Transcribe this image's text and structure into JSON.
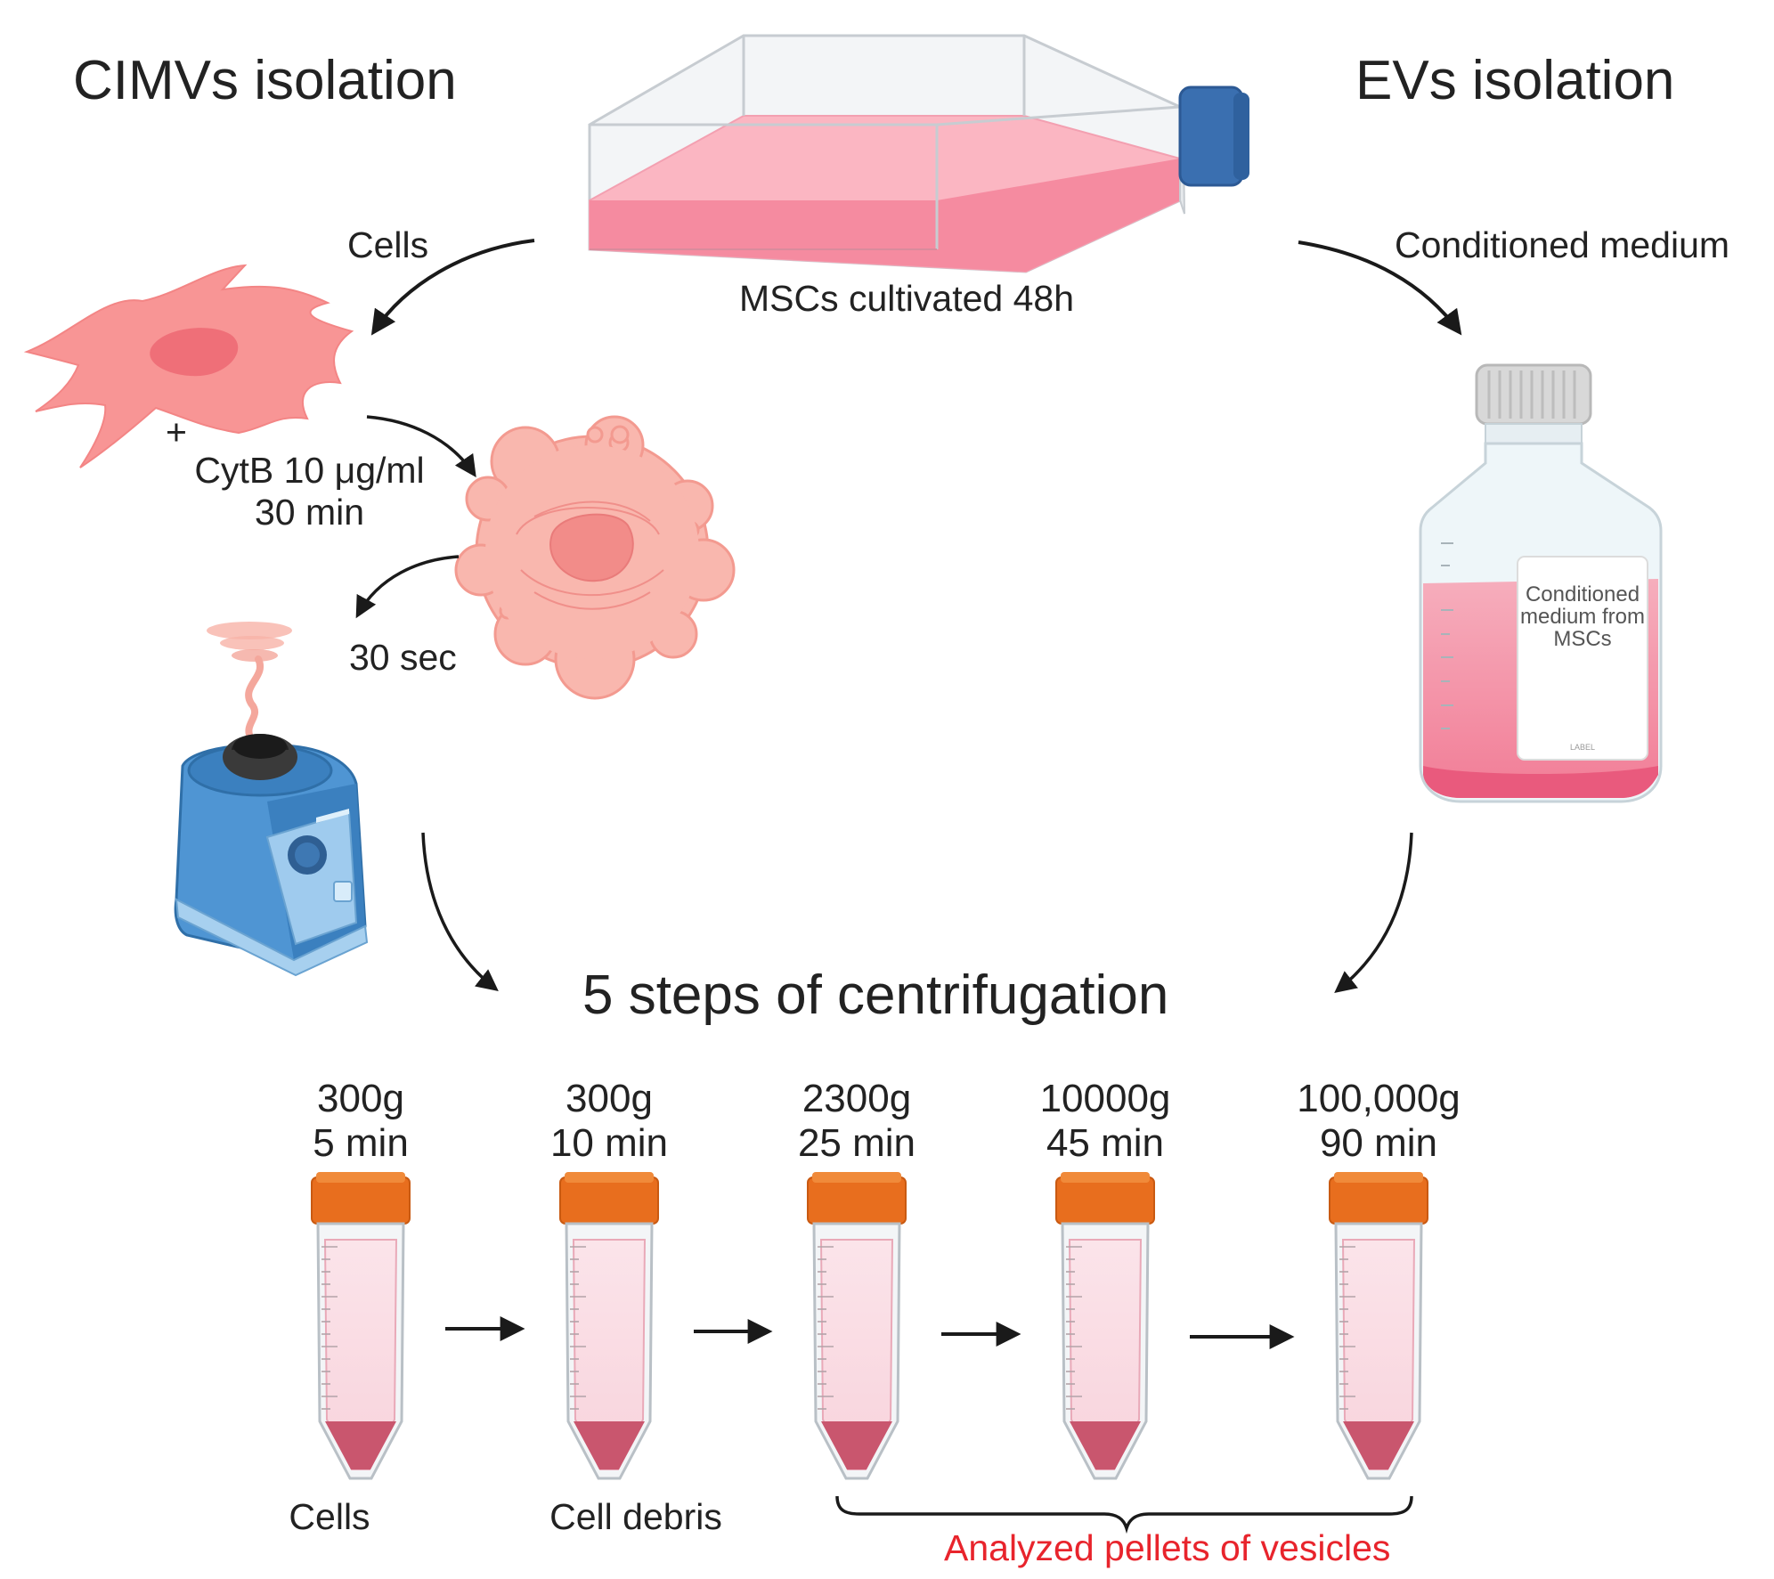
{
  "titles": {
    "cimvs": "CIMVs isolation",
    "evs": "EVs isolation",
    "centrifugation": "5 steps of centrifugation"
  },
  "flask": {
    "caption": "MSCs cultivated 48h"
  },
  "cimv_branch": {
    "cells_label": "Cells",
    "plus": "+",
    "treatment_line1": "CytB 10 μg/ml",
    "treatment_line2": "30 min",
    "vortex_time": "30 sec"
  },
  "ev_branch": {
    "medium_label": "Conditioned medium",
    "bottle_label_line1": "Conditioned",
    "bottle_label_line2": "medium from",
    "bottle_label_line3": "MSCs",
    "bottle_label_small": "LABEL"
  },
  "steps": [
    {
      "force": "300g",
      "time": "5 min",
      "pellet": "Cells"
    },
    {
      "force": "300g",
      "time": "10 min",
      "pellet": "Cell debris"
    },
    {
      "force": "2300g",
      "time": "25 min",
      "pellet": ""
    },
    {
      "force": "10000g",
      "time": "45 min",
      "pellet": ""
    },
    {
      "force": "100,000g",
      "time": "90 min",
      "pellet": ""
    }
  ],
  "bracket_label": "Analyzed pellets of vesicles",
  "colors": {
    "red_text": "#e8242c",
    "cap_orange": "#e86e1e",
    "pellet": "#c9566e",
    "medium_pink": "#f48aa0",
    "vortex_blue": "#3d86c6",
    "flask_cap": "#3a6fb0"
  }
}
